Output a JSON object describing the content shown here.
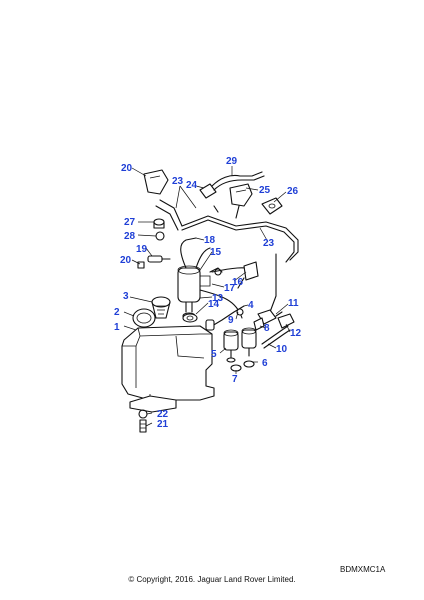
{
  "diagram": {
    "callouts": [
      "1",
      "2",
      "3",
      "4",
      "5",
      "6",
      "7",
      "8",
      "9",
      "10",
      "11",
      "12",
      "13",
      "14",
      "15",
      "16",
      "17",
      "18",
      "19",
      "20",
      "20",
      "21",
      "22",
      "23",
      "23",
      "24",
      "25",
      "26",
      "27",
      "28",
      "29"
    ],
    "colors": {
      "callout": "#1f3fd6",
      "line": "#111111"
    }
  },
  "footer": {
    "reference": "BDMXMC1A",
    "copyright": "© Copyright, 2016. Jaguar Land Rover Limited."
  }
}
